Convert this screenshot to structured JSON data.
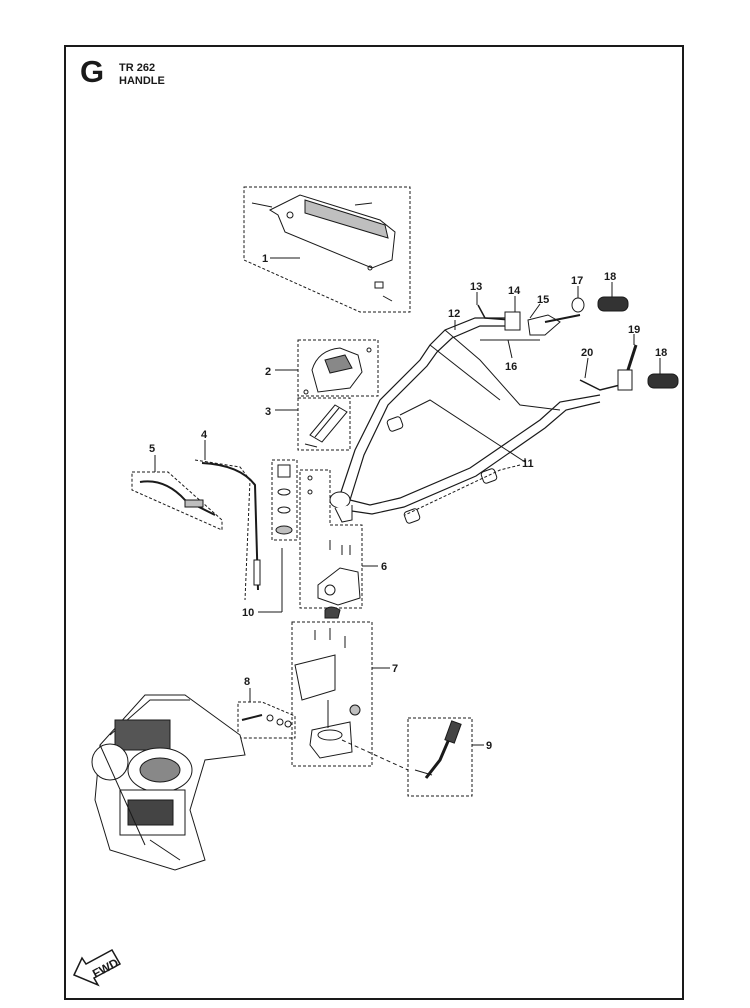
{
  "header": {
    "section_letter": "G",
    "model": "TR 262",
    "title": "HANDLE"
  },
  "callouts": [
    "1",
    "2",
    "3",
    "4",
    "5",
    "6",
    "7",
    "8",
    "9",
    "10",
    "11",
    "12",
    "13",
    "14",
    "15",
    "16",
    "17",
    "18",
    "18",
    "19",
    "20"
  ],
  "fwd_label": "FWD",
  "colors": {
    "line": "#1a1a1a",
    "fill": "#ffffff",
    "shade": "#bfbfbf"
  }
}
